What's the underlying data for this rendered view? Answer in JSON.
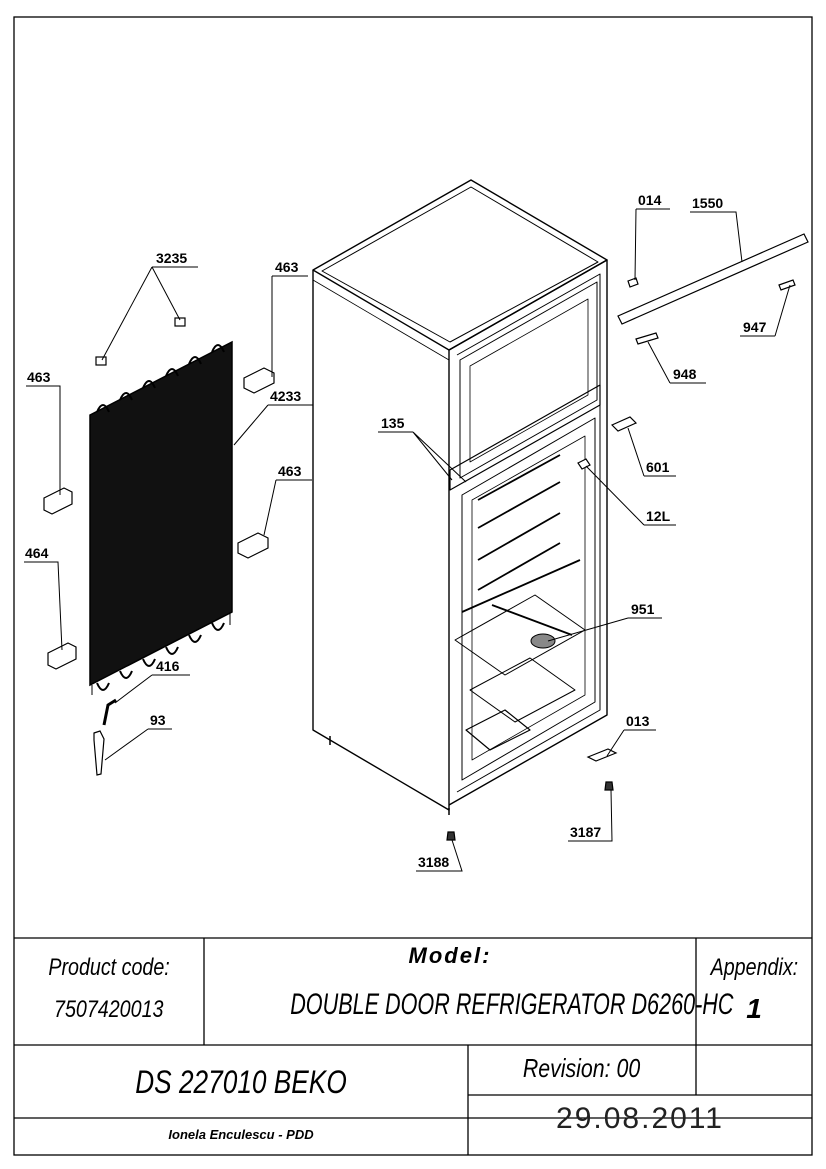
{
  "callouts": [
    "3235",
    "463",
    "463",
    "4233",
    "463",
    "464",
    "416",
    "93",
    "135",
    "014",
    "1550",
    "947",
    "948",
    "601",
    "12L",
    "951",
    "013",
    "3187",
    "3188"
  ],
  "title_block": {
    "product_code_label": "Product code:",
    "product_code": "7507420013",
    "model_label": "Model:",
    "model_name": "DOUBLE DOOR REFRIGERATOR D6260-HC",
    "appendix_label": "Appendix:",
    "appendix_number": "1",
    "document": "DS 227010 BEKO",
    "revision": "Revision: 00",
    "author": "Ionela Enculescu - PDD",
    "date": "29.08.2011"
  }
}
